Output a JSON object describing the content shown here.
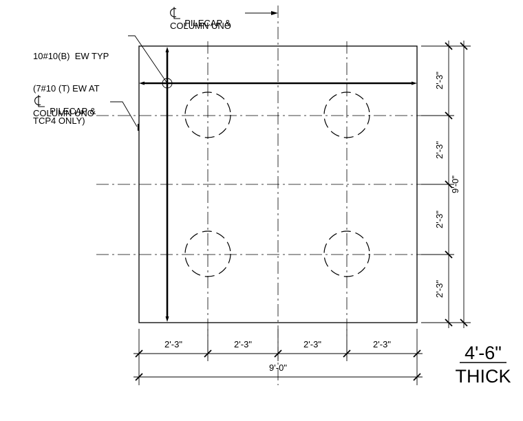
{
  "notes": {
    "top_cl_label_line1": "PILECAP &",
    "top_cl_label_line2": "COLUMN UNO",
    "left_cl_label_line1": "PILECAP &",
    "left_cl_label_line2": "COLUMN UNO",
    "rebar_line1": "10#10(B)  EW TYP",
    "rebar_line2": "(7#10 (T) EW AT",
    "rebar_line3": "TCP4 ONLY)"
  },
  "dimensions": {
    "bottom_segments": [
      "2'-3\"",
      "2'-3\"",
      "2'-3\"",
      "2'-3\""
    ],
    "bottom_overall": "9'-0\"",
    "right_segments": [
      "2'-3\"",
      "2'-3\"",
      "2'-3\"",
      "2'-3\""
    ],
    "right_overall": "9'-0\""
  },
  "thickness": {
    "value": "4'-6\"",
    "word": "THICK"
  }
}
